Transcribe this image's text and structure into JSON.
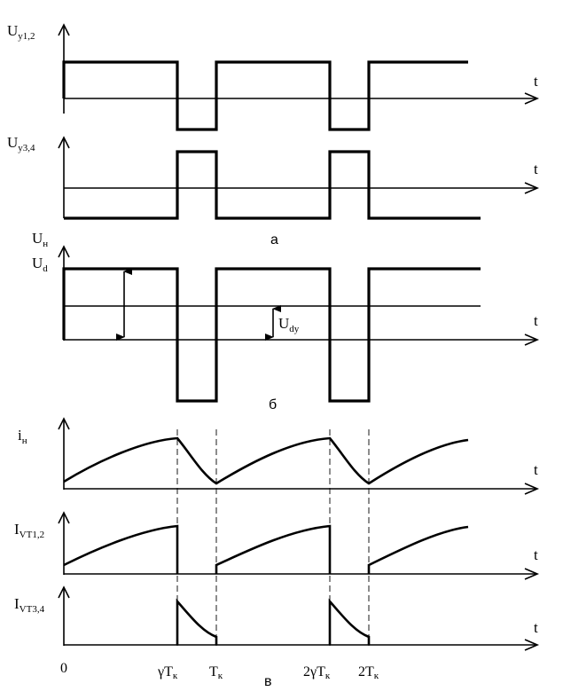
{
  "panels": {
    "u12": {
      "label": "U",
      "sub": "у1,2",
      "t": "t"
    },
    "u34": {
      "label": "U",
      "sub": "у3,4",
      "t": "t"
    },
    "un": {
      "label": "U",
      "sub": "н",
      "ud": "U",
      "ud_sub": "d",
      "udy": "U",
      "udy_sub": "dy",
      "t": "t"
    },
    "in": {
      "label": "i",
      "sub": "н",
      "t": "t"
    },
    "ivt12": {
      "label": "I",
      "sub": "VT1,2",
      "t": "t"
    },
    "ivt34": {
      "label": "I",
      "sub": "VT3,4",
      "t": "t"
    }
  },
  "letters": {
    "a": "а",
    "b": "б",
    "c": "в"
  },
  "ticks": {
    "zero": "0",
    "gtk": "γT",
    "gtk_sub": "к",
    "tk": "T",
    "tk_sub": "к",
    "twogtk": "2γT",
    "twogtk_sub": "к",
    "twotk": "2T",
    "twotk_sub": "к"
  }
}
